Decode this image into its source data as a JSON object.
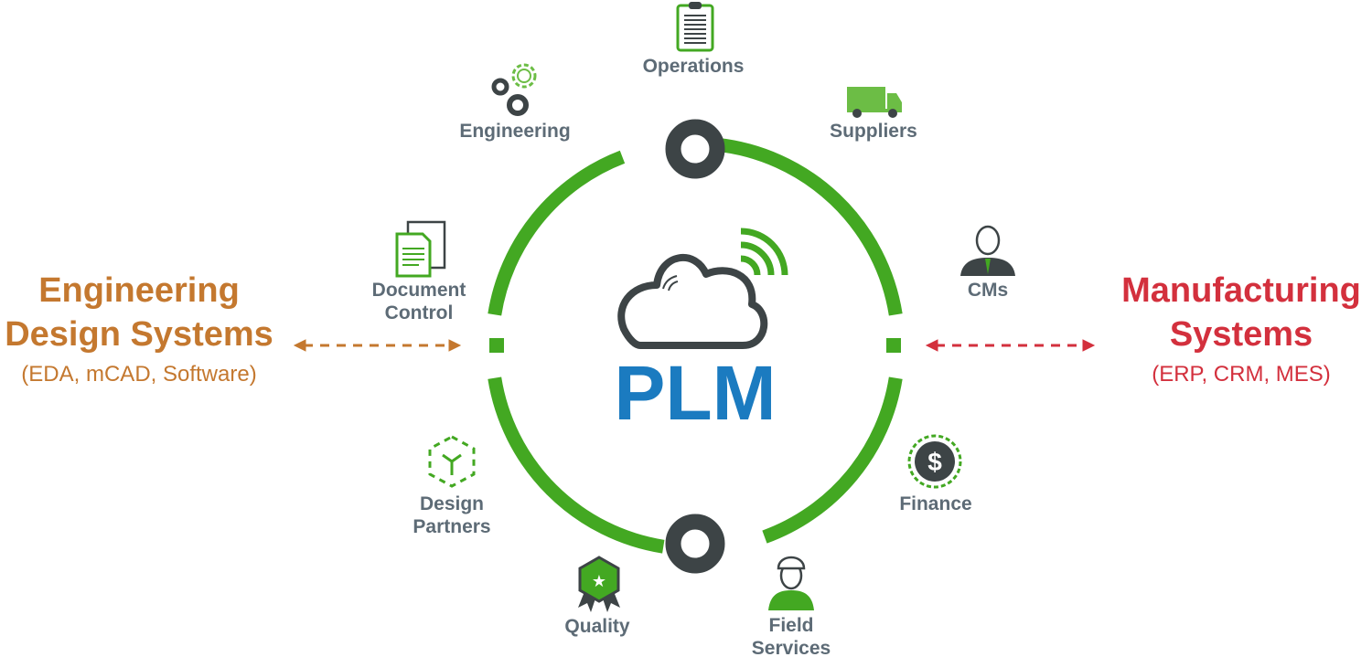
{
  "center": {
    "title": "PLM"
  },
  "left_system": {
    "line1": "Engineering",
    "line2": "Design Systems",
    "sub": "(EDA, mCAD, Software)",
    "color": "#c4782f"
  },
  "right_system": {
    "line1": "Manufacturing",
    "line2": "Systems",
    "sub": "(ERP, CRM, MES)",
    "color": "#d3303d"
  },
  "nodes": {
    "operations": {
      "label": "Operations",
      "icon": "clipboard-icon"
    },
    "engineering": {
      "label": "Engineering",
      "icon": "gears-icon"
    },
    "suppliers": {
      "label": "Suppliers",
      "icon": "truck-icon"
    },
    "document_control": {
      "line1": "Document",
      "line2": "Control",
      "icon": "documents-icon"
    },
    "cms": {
      "label": "CMs",
      "icon": "businessman-icon"
    },
    "design_partners": {
      "line1": "Design",
      "line2": "Partners",
      "icon": "cube-icon"
    },
    "finance": {
      "label": "Finance",
      "icon": "dollar-coin-icon"
    },
    "quality": {
      "label": "Quality",
      "icon": "award-badge-icon"
    },
    "field_services": {
      "line1": "Field",
      "line2": "Services",
      "icon": "worker-icon"
    }
  },
  "colors": {
    "ring": "#43a822",
    "dark": "#3d4446",
    "label": "#5d6b76",
    "plm": "#1b7bc0",
    "icon_green": "#6cbd45"
  }
}
